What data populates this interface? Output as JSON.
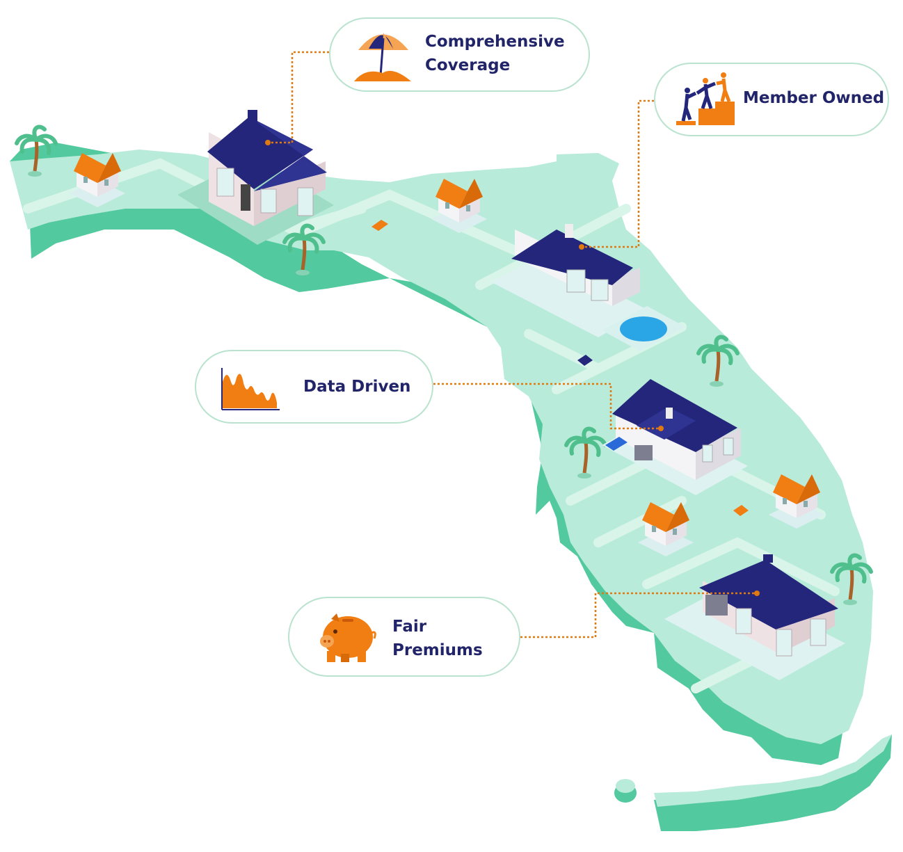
{
  "callouts": {
    "comprehensive": {
      "line1": "Comprehensive",
      "line2": "Coverage",
      "icon": "beach-umbrella-icon"
    },
    "member": {
      "text": "Member Owned",
      "icon": "people-climbing-steps-icon"
    },
    "data": {
      "text": "Data Driven",
      "icon": "area-chart-icon"
    },
    "fair": {
      "line1": "Fair",
      "line2": "Premiums",
      "icon": "piggy-bank-icon"
    }
  },
  "colors": {
    "land_top": "#b8ebd9",
    "land_side": "#52c99e",
    "navy_roof": "#23267a",
    "orange_roof": "#f07e12",
    "leader_line": "#e07a10",
    "text": "#22246a",
    "callout_border": "#b9e3cf"
  }
}
